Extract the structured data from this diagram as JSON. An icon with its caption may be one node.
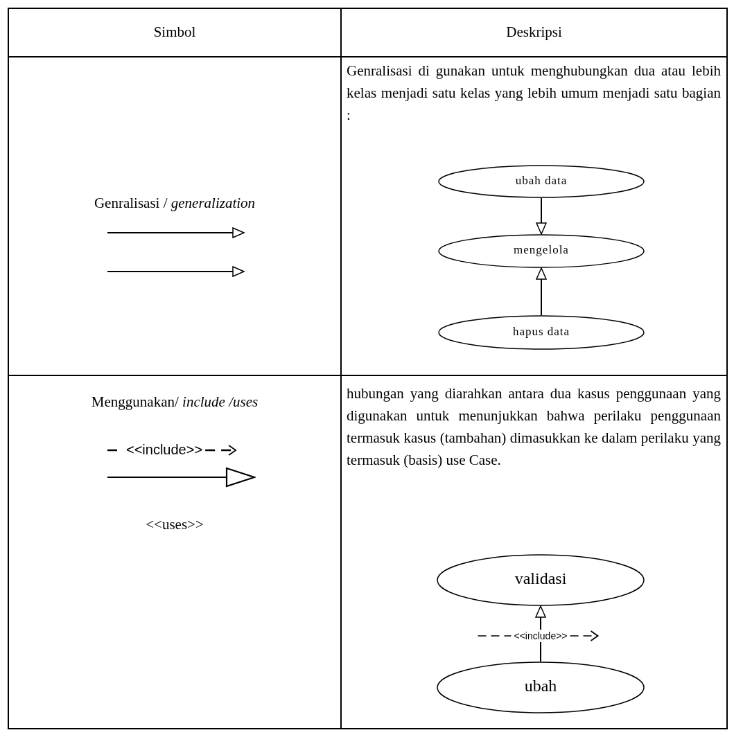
{
  "diagram": {
    "nodes": [
      {
        "text": [
          "ubah data"
        ]
      },
      {
        "text": [
          "mengelola"
        ]
      },
      {
        "text": [
          "hapus data"
        ]
      },
      {
        "text": [
          "validasi"
        ]
      },
      {
        "text": [
          "ubah"
        ]
      }
    ],
    "edges": [
      {
        "from": 0,
        "to": 1,
        "arrow": "to"
      },
      {
        "from": 2,
        "to": 1,
        "arrow": "to"
      },
      {
        "from": 4,
        "to": 3,
        "arrow": "to",
        "label": "<<include>>"
      }
    ],
    "labels": [
      "Simbol",
      "Deskripsi",
      "Genralisasi / *generalization*",
      "Genralisasi di gunakan untuk menghubungkan dua atau lebih kelas menjadi satu kelas yang lebih umum menjadi satu bagian :",
      "Menggunakan/ *include /uses*",
      "<<include>>",
      "<<uses>>",
      "hubungan yang diarahkan antara dua kasus penggunaan yang digunakan untuk menunjukkan bahwa perilaku penggunaan termasuk kasus (tambahan) dimasukkan ke dalam perilaku yang termasuk (basis) use Case."
    ]
  }
}
